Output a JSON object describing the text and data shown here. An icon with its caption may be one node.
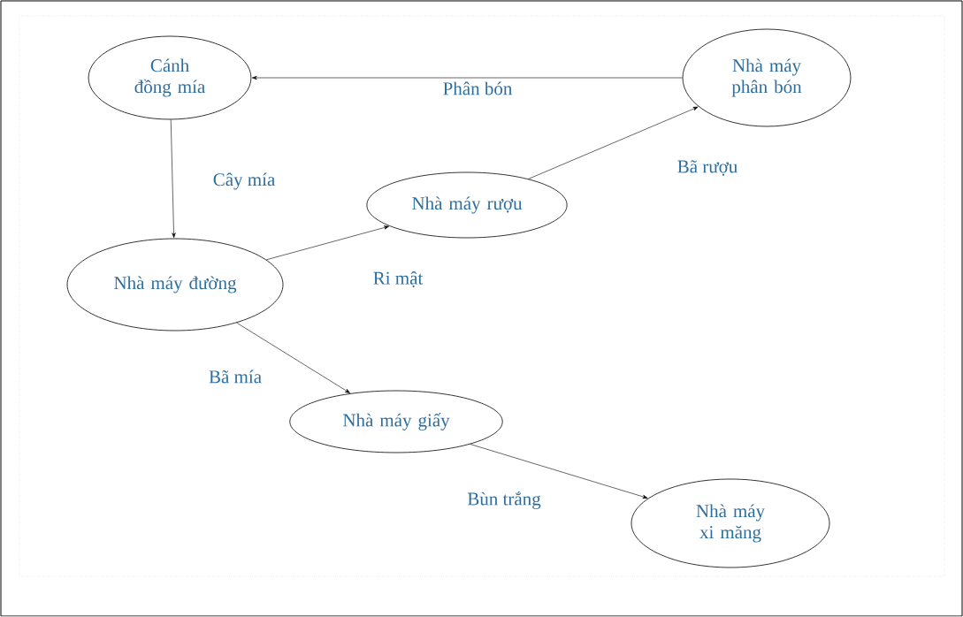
{
  "diagram": {
    "nodes": [
      {
        "text": [
          "Cánh đồng mía"
        ]
      },
      {
        "text": [
          "Nhà máy đường"
        ]
      },
      {
        "text": [
          "Nhà máy rượu"
        ]
      },
      {
        "text": [
          "Nhà máy phân bón"
        ]
      },
      {
        "text": [
          "Nhà máy giấy"
        ]
      },
      {
        "text": [
          "Nhà máy xi măng"
        ]
      }
    ],
    "edges": [
      {
        "from": 3,
        "to": 0,
        "arrow": "to",
        "label": "Phân bón"
      },
      {
        "from": 0,
        "to": 1,
        "arrow": "to",
        "label": "Cây mía"
      },
      {
        "from": 1,
        "to": 2,
        "arrow": "to",
        "label": "Ri mật"
      },
      {
        "from": 2,
        "to": 3,
        "arrow": "to",
        "label": "Bã rượu"
      },
      {
        "from": 1,
        "to": 4,
        "arrow": "to",
        "label": "Bã mía"
      },
      {
        "from": 4,
        "to": 5,
        "arrow": "to",
        "label": "Bùn trắng"
      }
    ]
  }
}
